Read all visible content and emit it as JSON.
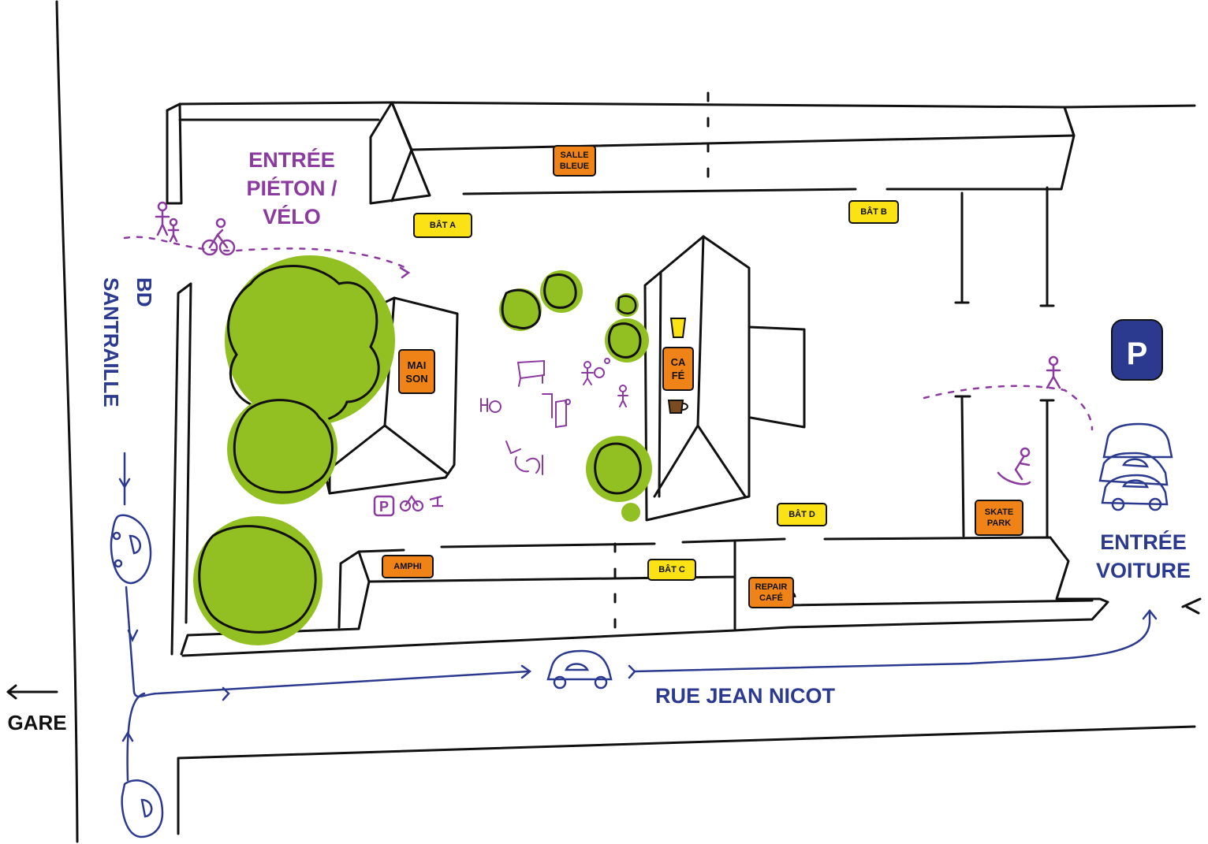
{
  "colors": {
    "purple": "#8b3a9f",
    "blue": "#2b3a8f",
    "green": "#92c022",
    "orange": "#ef8317",
    "yellow": "#fbe215",
    "ink": "#111111"
  },
  "entrances": {
    "pedestrian_bike": "ENTRÉE PIÉTON / VÉLO",
    "pedestrian_bike_lines": [
      "ENTRÉE",
      "PIÉTON /",
      "VÉLO"
    ],
    "car": "ENTRÉE VOITURE",
    "car_lines": [
      "ENTRÉE",
      "VOITURE"
    ]
  },
  "streets": {
    "boulevard_lines": [
      "BD",
      "SANTRAILLE"
    ],
    "rue": "RUE JEAN NICOT"
  },
  "station": {
    "label": "GARE",
    "direction_icon": "left-arrow-icon"
  },
  "buildings": {
    "bat_a": "BÂT A",
    "bat_b": "BÂT B",
    "bat_c": "BÂT C",
    "bat_d": "BÂT D"
  },
  "places": {
    "salle_bleue": [
      "SALLE",
      "BLEUE"
    ],
    "maison": [
      "MAI",
      "SON"
    ],
    "cafe": [
      "CA",
      "FÉ"
    ],
    "amphi": "AMPHI",
    "repair_cafe": [
      "REPAIR",
      "CAFÉ"
    ],
    "skate_park": [
      "SKATE",
      "PARK"
    ]
  },
  "icons": {
    "parking": "parking-icon",
    "parking_letter": "P",
    "bike_parking_letter": "P",
    "car": "car-icon",
    "bike": "bike-icon",
    "pedestrian": "pedestrian-icon",
    "tree": "tree-icon",
    "drink": "drink-icon",
    "coffee": "coffee-cup-icon",
    "skateboarder": "skateboarder-icon",
    "tools": "wrench-icon"
  }
}
